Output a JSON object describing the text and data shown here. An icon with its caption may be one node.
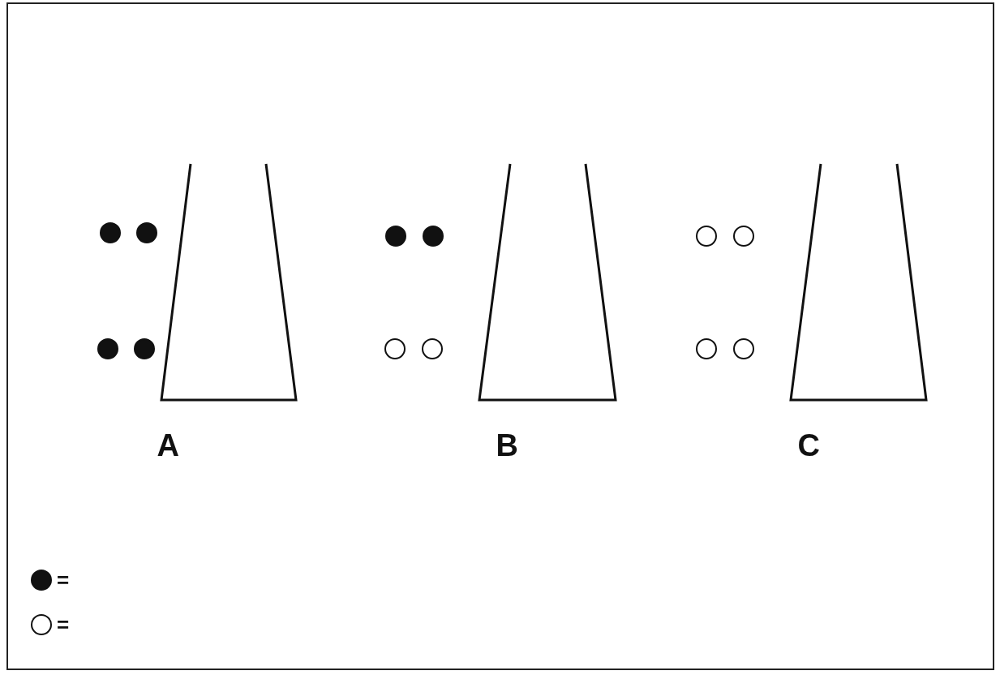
{
  "diagram": {
    "nodes": [
      {
        "text": [],
        "shape": "trapezoid",
        "beside": [
          "A"
        ]
      },
      {
        "text": [],
        "shape": "trapezoid",
        "beside": [
          "B"
        ]
      },
      {
        "text": [],
        "shape": "trapezoid",
        "beside": [
          "C"
        ]
      }
    ],
    "legend": [
      {
        "text": "="
      },
      {
        "text": "="
      }
    ]
  }
}
